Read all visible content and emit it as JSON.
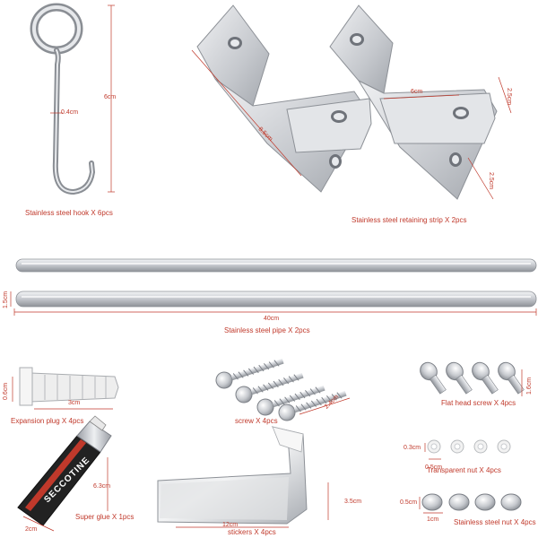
{
  "colors": {
    "label": "#c0392b",
    "steel": "#b8bcc2",
    "steel_dark": "#7c8087"
  },
  "components": {
    "hook": {
      "label": "Stainless steel hook X 6pcs",
      "dim_height": "6cm",
      "dim_wire": "0.4cm"
    },
    "retaining_strip": {
      "label": "Stainless steel retaining strip X 2pcs",
      "dim_length": "8.5cm",
      "dim_width": "6cm",
      "dim_side_top": "2.5cm",
      "dim_side_bottom": "2.5cm"
    },
    "pipe": {
      "label": "Stainless steel pipe X 2pcs",
      "dim_length": "40cm",
      "dim_diameter": "1.5cm"
    },
    "expansion_plug": {
      "label": "Expansion plug X 4pcs",
      "dim_length": "3cm",
      "dim_diameter": "0.6cm"
    },
    "screw": {
      "label": "screw X 4pcs",
      "dim_length": "2.4cm"
    },
    "flat_head_screw": {
      "label": "Flat head screw X 4pcs",
      "dim_length": "1.6cm"
    },
    "super_glue": {
      "label": "Super glue X 1pcs",
      "brand": "SECCOTINE",
      "dim_length": "6.3cm",
      "dim_width": "2cm"
    },
    "stickers": {
      "label": "stickers X 4pcs",
      "dim_length": "12cm",
      "dim_width": "3.5cm"
    },
    "transparent_nut": {
      "label": "Transparent nut X 4pcs",
      "dim_height": "0.3cm",
      "dim_diameter": "0.5cm"
    },
    "stainless_nut": {
      "label": "Stainless steel nut X 4pcs",
      "dim_height": "0.5cm",
      "dim_diameter": "1cm"
    }
  }
}
